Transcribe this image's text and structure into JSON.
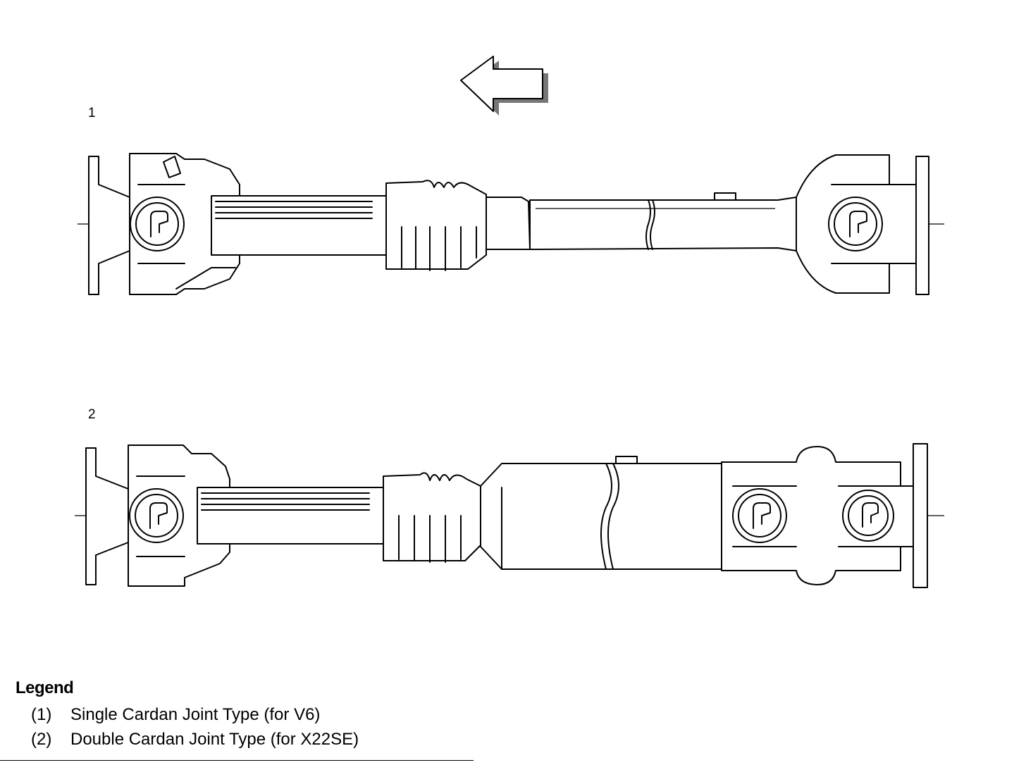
{
  "callouts": {
    "shaft1": "1",
    "shaft2": "2"
  },
  "legend": {
    "title": "Legend",
    "items": [
      {
        "num": "(1)",
        "text": "Single Cardan Joint Type (for V6)"
      },
      {
        "num": "(2)",
        "text": "Double Cardan Joint Type (for X22SE)"
      }
    ]
  },
  "icons": {
    "direction_arrow": "left-arrow-icon"
  }
}
